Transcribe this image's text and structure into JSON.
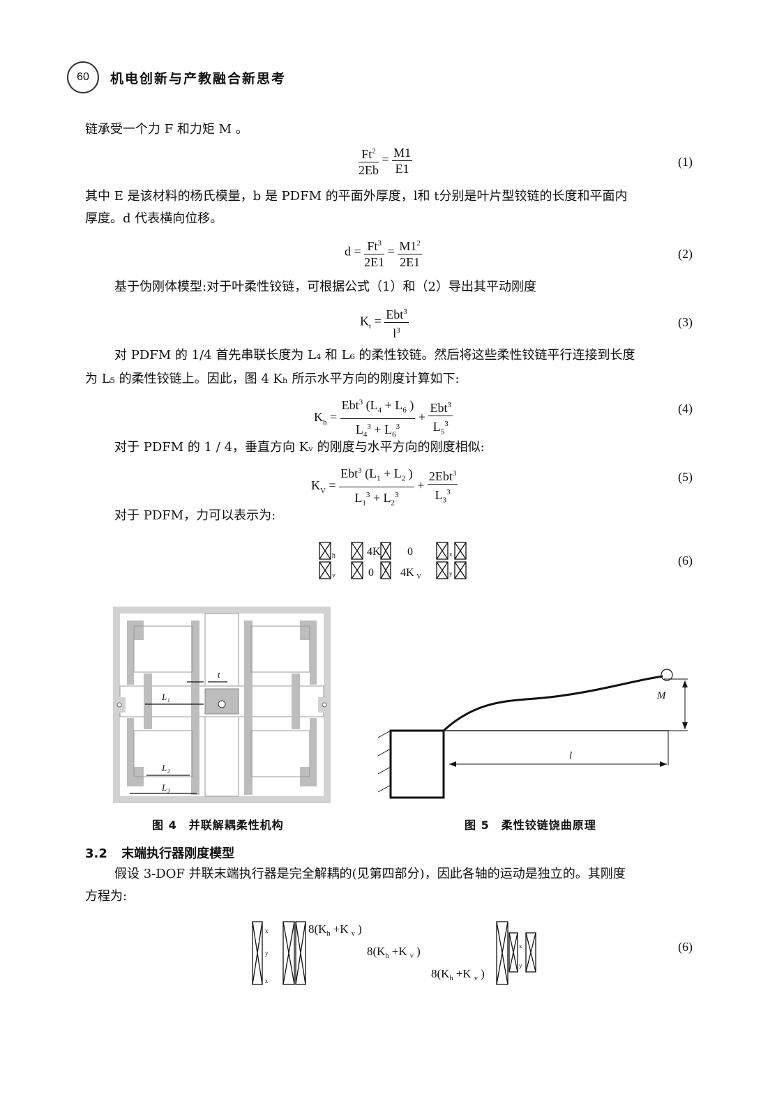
{
  "header": {
    "page_number": "60",
    "book_title": "机电创新与产教融合新思考"
  },
  "p1": "链承受一个力 F 和力矩 M 。",
  "eq1": {
    "ln": "Ft",
    "ld": "2Eb",
    "rn": "M1",
    "rd": "E1",
    "num": "(1)"
  },
  "p2a": "其中 E 是该材料的杨氏模量，b 是 PDFM 的平面外厚度，l和 t分别是叶片型铰链的长度和平面内",
  "p2b": "厚度。d 代表横向位移。",
  "eq2": {
    "lhs": "d =",
    "an": "Ft",
    "ad": "2E1",
    "bn": "M1",
    "bd": "2E1",
    "num": "(2)"
  },
  "p3": "基于伪刚体模型:对于叶柔性铰链，可根据公式（1）和（2）导出其平动刚度",
  "eq3": {
    "lhs": "K",
    "sub": "t",
    "n": "Ebt",
    "d": "l",
    "num": "(3)"
  },
  "p4a": "对 PDFM 的 1/4 首先串联长度为 L₄ 和 L₆ 的柔性铰链。然后将这些柔性铰链平行连接到长度",
  "p4b": "为 L₅ 的柔性铰链上。因此，图 4 Kₕ 所示水平方向的刚度计算如下:",
  "eq4": {
    "lhs": "K",
    "sub": "h",
    "num": "(4)"
  },
  "p5": "对于 PDFM 的 1 / 4，垂直方向 Kᵥ 的刚度与水平方向的刚度相似:",
  "eq5": {
    "lhs": "K",
    "sub": "V",
    "num": "(5)"
  },
  "p6": "对于 PDFM，力可以表示为:",
  "eq6": {
    "num": "(6)",
    "a": "4K",
    "zero": "0",
    "b": "4K"
  },
  "fig4": {
    "caption": "图 4　并联解耦柔性机构",
    "labels": {
      "t": "t",
      "l1": "L₁",
      "l2": "L₂",
      "l3": "L₃"
    }
  },
  "fig5": {
    "caption": "图 5　柔性铰链饶曲原理",
    "labels": {
      "m": "M",
      "l": "l"
    }
  },
  "section": {
    "number": "3.2",
    "title": "末端执行器刚度模型"
  },
  "p7a": "假设 3-DOF 并联末端执行器是完全解耦的(见第四部分)，因此各轴的运动是独立的。其刚度",
  "p7b": "方程为:",
  "eq7": {
    "num": "(6)",
    "row1": "8(K",
    "row2": "8(K",
    "row3": "8(K"
  }
}
